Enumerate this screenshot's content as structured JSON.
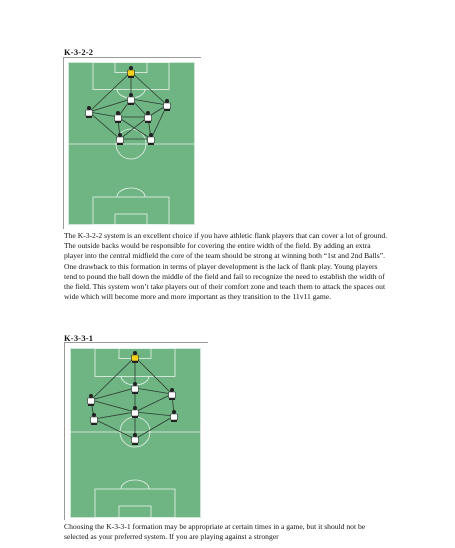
{
  "sections": [
    {
      "heading": "K-3-2-2",
      "paragraph": "The K-3-2-2 system is an excellent choice if you have athletic flank players that can cover a lot of ground. The outside backs would be responsible for covering the entire width of the field. By adding an extra player into the central midfield the core of the team should be strong at winning both “1st and 2nd Balls”. One drawback to this formation in terms of player development is the lack of flank play. Young players tend to pound the ball down the middle of the field and fail to recognize the need to establish the width of the field. This system won’t take players out of their comfort zone and teach them to attack the spaces out wide which will become more and more important as they transition to the 11v11 game."
    },
    {
      "heading": "K-3-3-1",
      "paragraph": "Choosing the K-3-3-1 formation may be appropriate at certain times in a game, but it should not be selected as your preferred system. If you are playing against a stronger"
    }
  ],
  "colors": {
    "pitch": "#6fb583",
    "pitch_lines": "#e9f3ec",
    "keeper_shirt": "#f2d21b",
    "player_shirt": "#ffffff",
    "player_dark": "#222222",
    "connector": "#2b3a2f"
  },
  "icons": {
    "player": "soccer-player-icon",
    "goalkeeper": "goalkeeper-icon"
  }
}
